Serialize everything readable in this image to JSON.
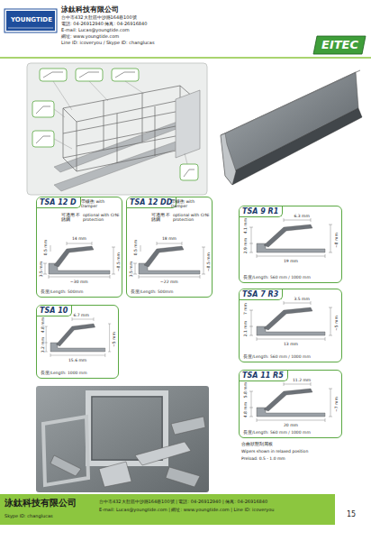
{
  "diagram": {
    "nodes": [
      {
        "text": [
          "TSA 12 D",
          "長度/Length: 500mm"
        ]
      },
      {
        "text": [
          "TSA 12 DD",
          "長度/Length: 500mm"
        ]
      },
      {
        "text": [
          "TSA 9 R1",
          "長度/Length: 560 mm / 1000 mm"
        ]
      },
      {
        "text": [
          "TSA 10",
          "長度/Length: 1000 mm"
        ]
      },
      {
        "text": [
          "TSA 7 R3",
          "長度/Length: 560 mm / 1000 mm"
        ]
      },
      {
        "text": [
          "TSA 11 R5",
          "長度/Length: 560 mm / 1000 mm"
        ]
      },
      {
        "text": [
          "泳鈦科技有限公司",
          "台中市432大肚區中沙路164巷100號 | 電話: 04-26912940 | 傳真: 04-26916840",
          "E-mail: Lucas@youngtide.com | 網址: www.youngtide.com | Line ID: icoveryou",
          "Skype ID: changlucas"
        ]
      }
    ],
    "labels": [
      "YOUNGTIDE",
      "泳鈦科技有限公司",
      "台中市432大肚區中沙路164巷100號",
      "電話: 04-26912940 傳真: 04-26916840",
      "E-mail: Lucas@youngtide.com",
      "網址: www.youngtide.com",
      "Line ID: icoveryou / Skype ID: changlucas",
      "EITEC",
      "帶緩衝 with Damper",
      "可適用 不銹鋼",
      "optional with CrNi protection",
      "0.5 mm",
      "14 mm",
      "~30 mm",
      "3.5 mm",
      "~8.5 mm",
      "帶緩衝 with Damper",
      "可適用 不銹鋼",
      "optional with CrNi protection",
      "0.5 mm",
      "18 mm",
      "~22 mm",
      "3.5 mm",
      "~8.5 mm",
      "6.3 mm",
      "4.1 mm",
      "2.9 mm",
      "19 mm",
      "~8 mm",
      "6.7 mm",
      "4.8 mm",
      "3.2 mm",
      "15.6 mm",
      "~5 mm",
      "3.5 mm",
      "7 mm",
      "2.1 mm",
      "13 mm",
      "~5 mm",
      "11.2 mm",
      "5.8 mm",
      "4.8 mm",
      "20 mm",
      "~7 mm",
      "合曲狀態刮屑板",
      "Wipers shown in relaxed position",
      "Preload: 0.5 - 1.0 mm",
      "15"
    ]
  }
}
